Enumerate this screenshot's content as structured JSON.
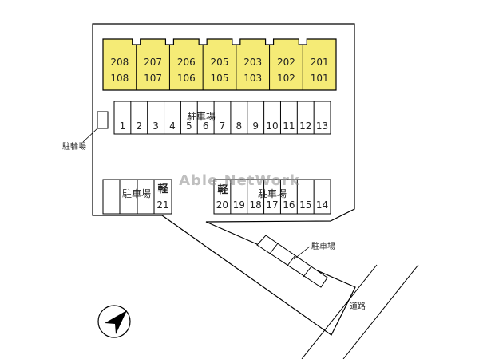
{
  "building": {
    "units": [
      {
        "upper": "208",
        "lower": "108"
      },
      {
        "upper": "207",
        "lower": "107"
      },
      {
        "upper": "206",
        "lower": "106"
      },
      {
        "upper": "205",
        "lower": "105"
      },
      {
        "upper": "203",
        "lower": "103"
      },
      {
        "upper": "202",
        "lower": "102"
      },
      {
        "upper": "201",
        "lower": "101"
      }
    ],
    "color": "#F5EB76"
  },
  "parking_main": {
    "label": "駐車場",
    "spaces": [
      "1",
      "2",
      "3",
      "4",
      "5",
      "6",
      "7",
      "8",
      "9",
      "10",
      "11",
      "12",
      "13"
    ]
  },
  "bicycle": {
    "label": "駐輪場"
  },
  "parking_left": {
    "label": "駐車場",
    "kei_label": "軽",
    "kei_number": "21"
  },
  "parking_right": {
    "label": "駐車場",
    "kei_label": "軽",
    "spaces": [
      "20",
      "19",
      "18",
      "17",
      "16",
      "15",
      "14"
    ]
  },
  "parking_diag": {
    "label": "駐車場"
  },
  "road": {
    "label": "道路"
  },
  "watermark": "Able NetWork",
  "compass": {
    "icon": "north-arrow-icon"
  }
}
